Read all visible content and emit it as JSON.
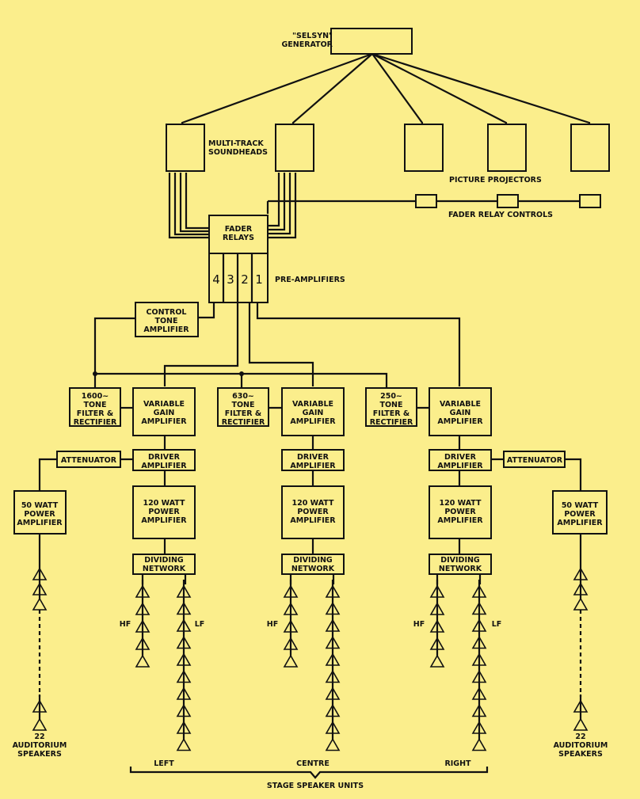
{
  "labels": {
    "selsyn": [
      "\"SELSYN\"",
      "GENERATOR"
    ],
    "soundheads": [
      "MULTI-TRACK",
      "SOUNDHEADS"
    ],
    "projectors": "PICTURE  PROJECTORS",
    "fader_relay_controls": "FADER  RELAY  CONTROLS",
    "fader_relays": [
      "FADER",
      "RELAYS"
    ],
    "channels": [
      "4",
      "3",
      "2",
      "1"
    ],
    "pre_amplifiers": "PRE-AMPLIFIERS",
    "control_tone": [
      "CONTROL",
      "TONE",
      "AMPLIFIER"
    ],
    "filters": [
      [
        "1600~",
        "TONE",
        "FILTER &",
        "RECTIFIER"
      ],
      [
        "630~",
        "TONE",
        "FILTER &",
        "RECTIFIER"
      ],
      [
        "250~",
        "TONE",
        "FILTER &",
        "RECTIFIER"
      ]
    ],
    "vga": [
      "VARIABLE",
      "GAIN",
      "AMPLIFIER"
    ],
    "driver": [
      "DRIVER",
      "AMPLIFIER"
    ],
    "power120": [
      "120 WATT",
      "POWER",
      "AMPLIFIER"
    ],
    "dividing": [
      "DIVIDING",
      "NETWORK"
    ],
    "attenuator": "ATTENUATOR",
    "power50": [
      "50 WATT",
      "POWER",
      "AMPLIFIER"
    ],
    "hf": "HF",
    "lf": "LF",
    "auditorium": [
      "22",
      "AUDITORIUM",
      "SPEAKERS"
    ],
    "positions": [
      "LEFT",
      "CENTRE",
      "RIGHT"
    ],
    "stage_units": "STAGE  SPEAKER  UNITS"
  }
}
